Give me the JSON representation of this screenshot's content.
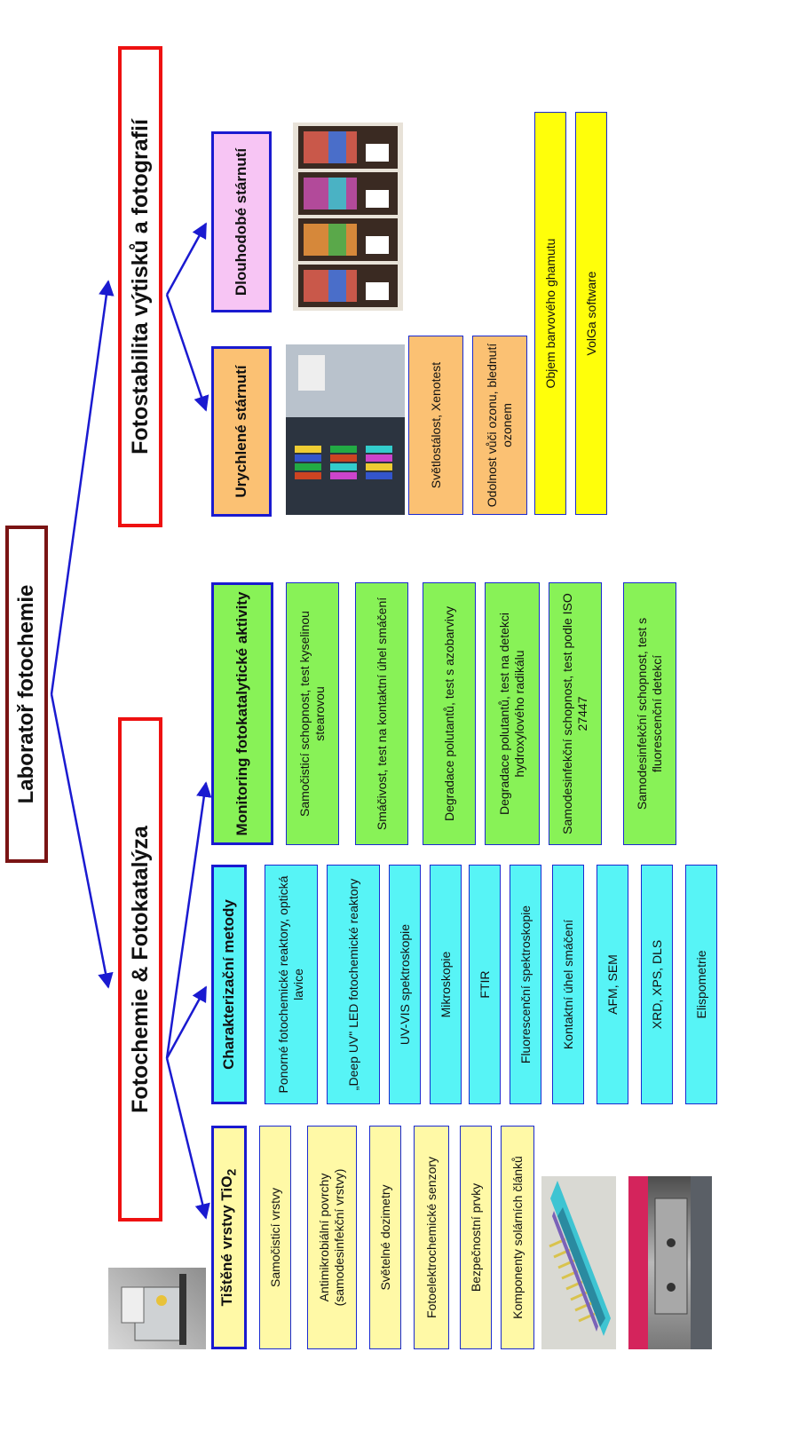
{
  "root": {
    "label": "Laboratoř fotochemie"
  },
  "sections": [
    {
      "label": "Fotochemie & Fotokatalýza"
    },
    {
      "label": "Fotostabilita výtisků a fotografií"
    }
  ],
  "columns": {
    "printed": {
      "header_main": "Tištěné vrstvy TiO",
      "header_sub": "2",
      "items": [
        "Samočisticí vrstvy",
        "Antimikrobiální povrchy (samodesinfekční vrstvy)",
        "Světelné dozimetry",
        "Fotoelektrochemické  senzory",
        "Bezpečnostní prvky",
        "Komponenty  solárních článků"
      ]
    },
    "characterization": {
      "header": "Charakterizační metody",
      "items": [
        "Ponorné  fotochemické reaktory, optická lavice",
        "„Deep UV\" LED fotochemické reaktory",
        "UV-VIS spektroskopie",
        "Mikroskopie",
        "FTIR",
        "Fluorescenční spektroskopie",
        "Kontaktní úhel smáčení",
        "AFM, SEM",
        "XRD, XPS, DLS",
        "Elispometrie"
      ]
    },
    "monitoring": {
      "header": "Monitoring fotokatalytické aktivity",
      "items": [
        "Samočisticí schopnost, test kyselinou stearovou",
        "Smáčivost, test na kontaktní  úhel smáčení",
        "Degradace polutantů, test s azobarvivy",
        "Degradace polutantů,  test na detekci hydroxylového radikálu",
        "Samodesinfekční schopnost, test podle ISO 27447",
        "Samodesinfekční schopnost, test s fluorescenční detekcí"
      ]
    },
    "accelerated": {
      "header": "Urychlené stárnutí",
      "items": [
        "Světlostálost, Xenotest",
        "Odolnost vůči ozonu, blednutí ozonem"
      ]
    },
    "longterm": {
      "header": "Dlouhodobé stárnutí"
    },
    "bottom": {
      "items": [
        "Objem barvového ghamutu",
        "VolGa software"
      ]
    }
  },
  "colors": {
    "root_border": "#7a1414",
    "section_border": "#e11111",
    "box_border": "#1a1ad0",
    "arrow": "#1a1ad0",
    "yellow_light": "#fff9a6",
    "cyan": "#57f4f6",
    "green": "#88f257",
    "orange": "#fbc173",
    "pink": "#f7c5f4",
    "yellow": "#ffff0a"
  },
  "images": [
    {
      "name": "printer-photo"
    },
    {
      "name": "electrode-layer-render"
    },
    {
      "name": "printing-machine-photo"
    },
    {
      "name": "xenotest-chamber-photo"
    },
    {
      "name": "color-chart-samples-photo"
    }
  ]
}
